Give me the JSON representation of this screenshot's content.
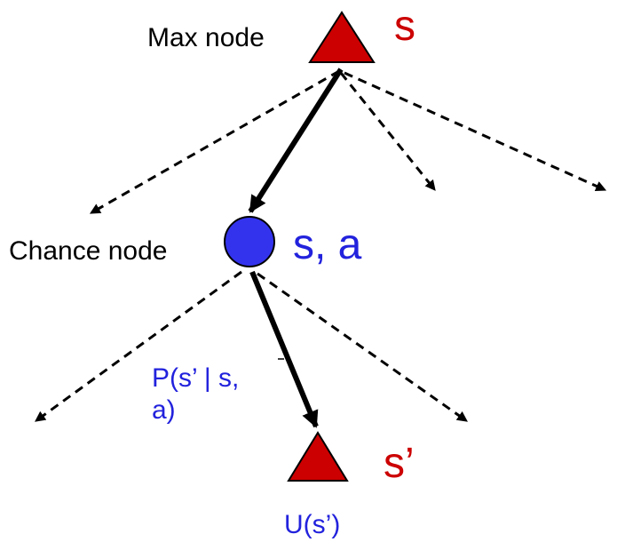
{
  "labels": {
    "max_node": "Max node",
    "chance_node": "Chance node",
    "state": "s",
    "state_action": "s, a",
    "next_state": "s’",
    "probability_line1": "P(s’ | s,",
    "probability_line2": "a)",
    "utility": "U(s’)"
  },
  "colors": {
    "max_node_fill": "#cc0000",
    "chance_node_fill": "#3333ee",
    "red_text": "#cc0000",
    "blue_text": "#2222dd",
    "edge": "#000000"
  },
  "icons": {
    "max_node": "triangle-up",
    "chance_node": "circle",
    "next_state_node": "triangle-up"
  }
}
